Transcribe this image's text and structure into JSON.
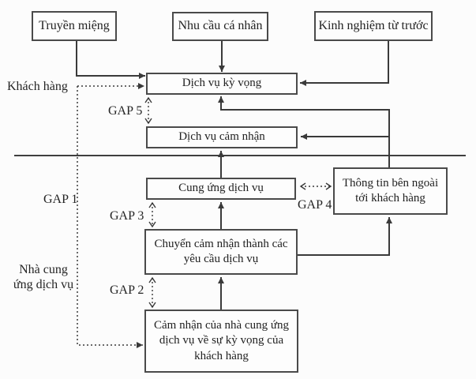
{
  "figure": {
    "type": "service-quality-gap-model-diagram",
    "language": "Vietnamese"
  },
  "colors": {
    "background": "#fcfcfc",
    "line": "#3a3a3a",
    "box_border": "#4a4a4a",
    "box_background": "#fdfdfd",
    "text": "#222222"
  },
  "diagram": {
    "boxes": {
      "truyen_mieng": "Truyền miệng",
      "nhu_cau_ca_nhan": "Nhu cầu cá nhân",
      "kinh_nghiem_tu_truoc": "Kinh nghiệm từ trước",
      "dich_vu_ky_vong": "Dịch vụ kỳ vọng",
      "dich_vu_cam_nhan": "Dịch vụ cảm nhận",
      "cung_ung_dich_vu": "Cung ứng dịch vụ",
      "thong_tin_ben_ngoai": "Thông tin bên ngoài tới khách hàng",
      "chuyen_cam_nhan": "Chuyển cảm nhận thành các yêu cầu dịch vụ",
      "cam_nhan_nha_cung_ung": "Cảm nhận của nhà cung ứng dịch vụ về sự kỳ vọng của khách hàng"
    },
    "labels": {
      "khach_hang": "Khách hàng",
      "nha_cung_ung_dich_vu": "Nhà cung ứng dịch vụ",
      "gap1": "GAP 1",
      "gap2": "GAP 2",
      "gap3": "GAP 3",
      "gap4": "GAP 4",
      "gap5": "GAP 5"
    }
  }
}
